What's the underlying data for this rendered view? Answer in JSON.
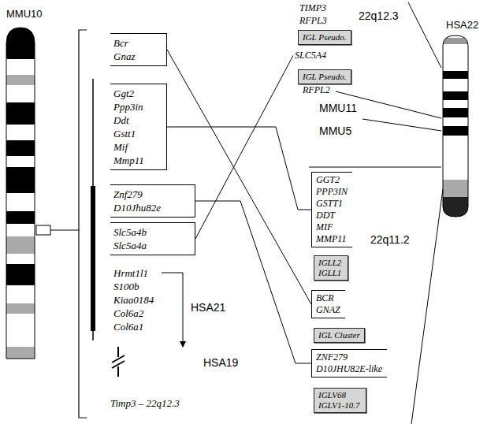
{
  "diagram": {
    "nodes": [
      {
        "text": [
          "Bcr Gnaz"
        ]
      },
      {
        "text": [
          "Ggt2 Ppp3in Ddt Gstt1 Mif Mmp11"
        ]
      },
      {
        "text": [
          "Znf279 D10Jhu82e"
        ]
      },
      {
        "text": [
          "Slc5a4b Slc5a4a"
        ]
      },
      {
        "text": [
          "IGL Pseudo."
        ]
      },
      {
        "text": [
          "SLC5A4"
        ]
      },
      {
        "text": [
          "IGL Pseudo."
        ]
      },
      {
        "text": [
          "GGT2 PPP3IN GSTT1 DDT MIF MMP11"
        ]
      },
      {
        "text": [
          "IGLL2 IGLL1"
        ]
      },
      {
        "text": [
          "BCR GNAZ"
        ]
      },
      {
        "text": [
          "IGL Cluster"
        ]
      },
      {
        "text": [
          "ZNF279 D10JHU82E-like"
        ]
      },
      {
        "text": [
          "IGLV68 IGLV1-10.7"
        ]
      }
    ],
    "edges": [
      {
        "from": 0,
        "to": 9,
        "arrow": "none"
      },
      {
        "from": 1,
        "to": 7,
        "arrow": "none"
      },
      {
        "from": 2,
        "to": 11,
        "arrow": "none"
      },
      {
        "from": 3,
        "to": 5,
        "arrow": "none"
      }
    ],
    "labels": [
      "MMU10",
      "Hrmt1l1",
      "S100b",
      "Kiaa0184",
      "Col6a2",
      "Col6a1",
      "HSA21",
      "HSA19",
      "Timp3 – 22q12.3",
      "TIMP3",
      "RFPL3",
      "22q12.3",
      "RFPL2",
      "MMU11",
      "MMU5",
      "22q11.2",
      "HSA22"
    ]
  }
}
